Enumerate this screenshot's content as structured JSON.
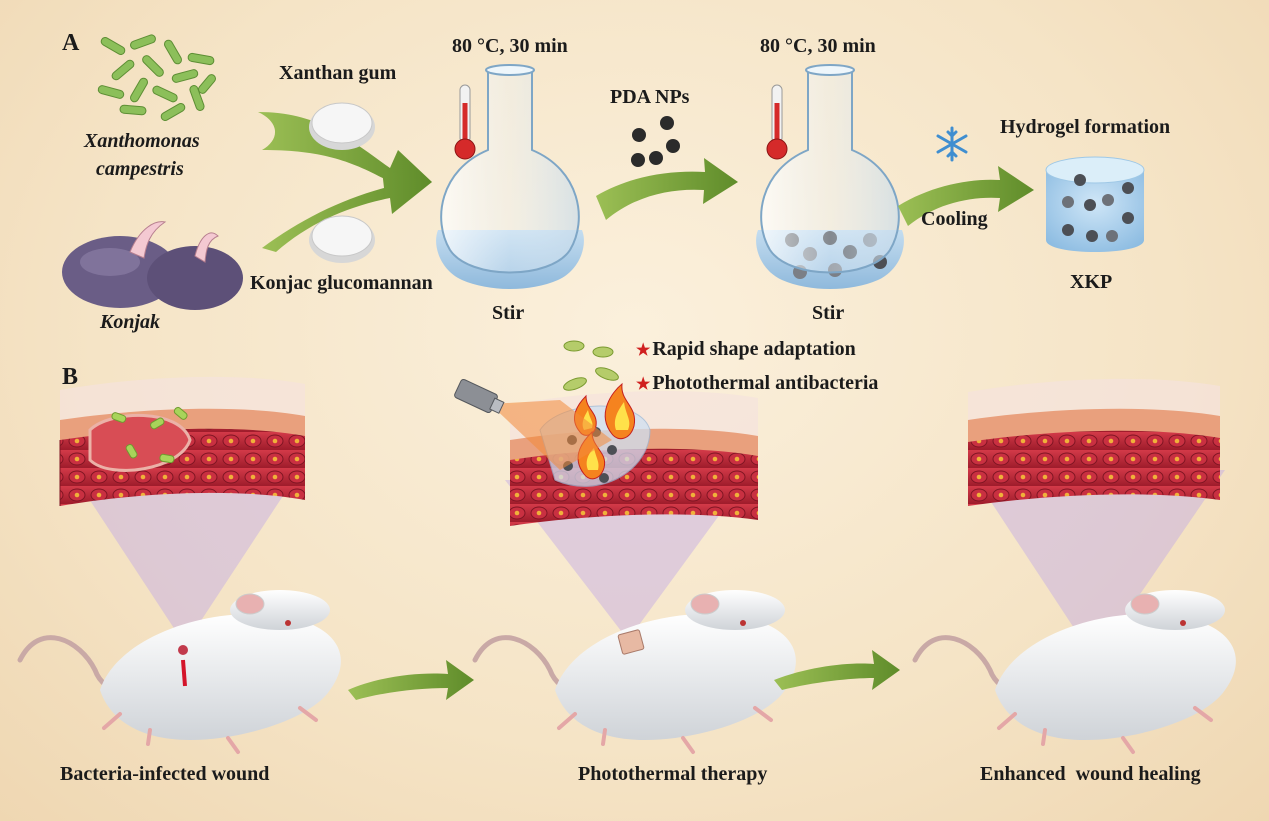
{
  "panel_a": {
    "letter": "A",
    "source_bacteria": "Xanthomonas",
    "source_bacteria_line2": "campestris",
    "source_plant": "Konjak",
    "xanthan_gum": "Xanthan gum",
    "konjac_glucomannan": "Konjac glucomannan",
    "step1_condition": "80 °C, 30 min",
    "step1_action": "Stir",
    "pda_label": "PDA NPs",
    "step2_condition": "80 °C, 30 min",
    "step2_action": "Stir",
    "cooling_label": "Cooling",
    "hydrogel_label": "Hydrogel formation",
    "product_label": "XKP"
  },
  "panel_b": {
    "letter": "B",
    "feature_1": "Rapid shape adaptation",
    "feature_2": "Photothermal antibacteria",
    "stage_1": "Bacteria-infected wound",
    "stage_2": "Photothermal therapy",
    "stage_3": "Enhanced  wound healing"
  },
  "colors": {
    "background": "#f5e4c6",
    "arrow_green": "#7ea43a",
    "flask_liquid": "#a9cbe6",
    "tissue_red": "#c2283a",
    "skin": "#e8b48e",
    "star_red": "#d0201f"
  },
  "icons": [
    "thermometer-icon",
    "snowflake-icon",
    "laser-icon",
    "flame-icon",
    "star-icon"
  ]
}
